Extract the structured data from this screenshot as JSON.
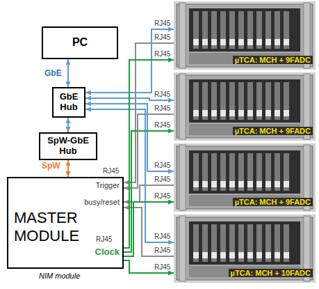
{
  "diagram": {
    "nodes": [
      {
        "text": [
          "PC"
        ]
      },
      {
        "text": [
          "GbE Hub"
        ]
      },
      {
        "text": [
          "SpW-GbE Hub"
        ]
      },
      {
        "text": [
          "MASTER MODULE",
          "Trigger",
          "busy/reset",
          "Clock",
          "NIM module"
        ]
      },
      {
        "text": [
          "µTCA: MCH + 9FADC"
        ]
      },
      {
        "text": [
          "µTCA: MCH + 9FADC"
        ]
      },
      {
        "text": [
          "µTCA: MCH + 9FADC"
        ]
      },
      {
        "text": [
          "µTCA: MCH + 10FADC"
        ]
      }
    ],
    "edges": [
      {
        "from": 0,
        "to": 1,
        "arrow": "both",
        "label": "GbE"
      },
      {
        "from": 1,
        "to": 2,
        "arrow": "both"
      },
      {
        "from": 2,
        "to": 3,
        "arrow": "both",
        "label": "SpW"
      },
      {
        "from": 1,
        "to": 4,
        "arrow": "both"
      },
      {
        "from": 1,
        "to": 5,
        "arrow": "both"
      },
      {
        "from": 1,
        "to": 6,
        "arrow": "both"
      },
      {
        "from": 1,
        "to": 7,
        "arrow": "both"
      },
      {
        "from": 4,
        "to": 3,
        "arrow": "to"
      },
      {
        "from": 5,
        "to": 3,
        "arrow": "to"
      },
      {
        "from": 6,
        "to": 3,
        "arrow": "to"
      },
      {
        "from": 7,
        "to": 3,
        "arrow": "to"
      },
      {
        "from": 3,
        "to": 4,
        "arrow": "to"
      },
      {
        "from": 3,
        "to": 5,
        "arrow": "to"
      },
      {
        "from": 3,
        "to": 6,
        "arrow": "to"
      },
      {
        "from": 3,
        "to": 7,
        "arrow": "to"
      }
    ],
    "labels": [
      "RJ45",
      "RJ45",
      "RJ45",
      "RJ45",
      "RJ45",
      "RJ45",
      "RJ45",
      "RJ45",
      "RJ45",
      "RJ45",
      "RJ45",
      "RJ45",
      "RJ45",
      "RJ45"
    ]
  }
}
